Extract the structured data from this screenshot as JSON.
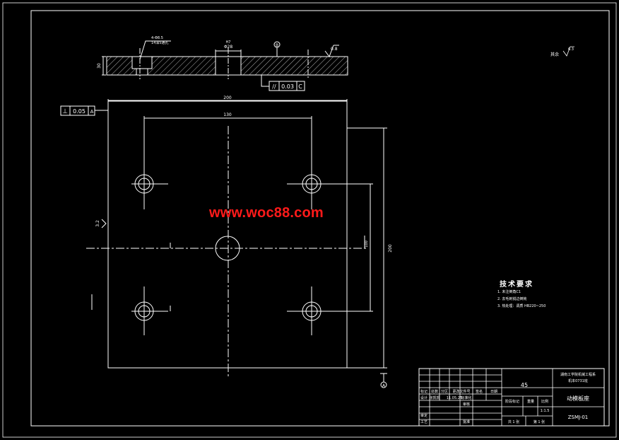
{
  "dimensions": {
    "thickness": "30",
    "width": "200",
    "hole_spacing": "130",
    "height": "200",
    "vertical_spacing": "100",
    "hole_spec_line1": "4-Φ8.5",
    "hole_spec_line2": "14深5通孔",
    "center_bore": "Φ28",
    "center_bore_sub": "H7",
    "right_spacing": "100"
  },
  "tolerances": {
    "parallelism_symbol": "//",
    "parallelism_value": "0.03",
    "parallelism_datum": "C",
    "perpendicular_symbol": "⊥",
    "perpendicular_value": "0.05",
    "perpendicular_datum": "A",
    "datum_b": "B",
    "datum_a": "A"
  },
  "roughness": {
    "top": "0.8",
    "left": "3.2",
    "other_label": "其余",
    "other_value": "6.3"
  },
  "watermark": "www.woc88.com",
  "tech_requirements": {
    "title": "技术要求",
    "items": [
      "1. 未注倒角C1",
      "2. 去毛刺锐边倒钝",
      "3. 热处理：调质 HB220~250"
    ]
  },
  "title_block": {
    "material": "45",
    "school": "湖南工学院机械工程系",
    "class_label": "机本0731班",
    "part_name": "动模板座",
    "drawing_no": "ZSMJ-01",
    "scale": "1:1.5",
    "col_headers": [
      "标记",
      "处数",
      "分区",
      "更改文件号",
      "签名",
      "日期"
    ],
    "row_design": [
      "设计",
      "张凯凯",
      "11.05.25",
      "标准化"
    ],
    "label_review": "审核",
    "label_process": "工艺",
    "label_approve": "批准",
    "label_check": "审定",
    "label_stage": "阶段标记",
    "label_weight": "重量",
    "label_scale": "比例",
    "sheets_total": "共 1 张",
    "sheet_no": "第 1 张"
  }
}
